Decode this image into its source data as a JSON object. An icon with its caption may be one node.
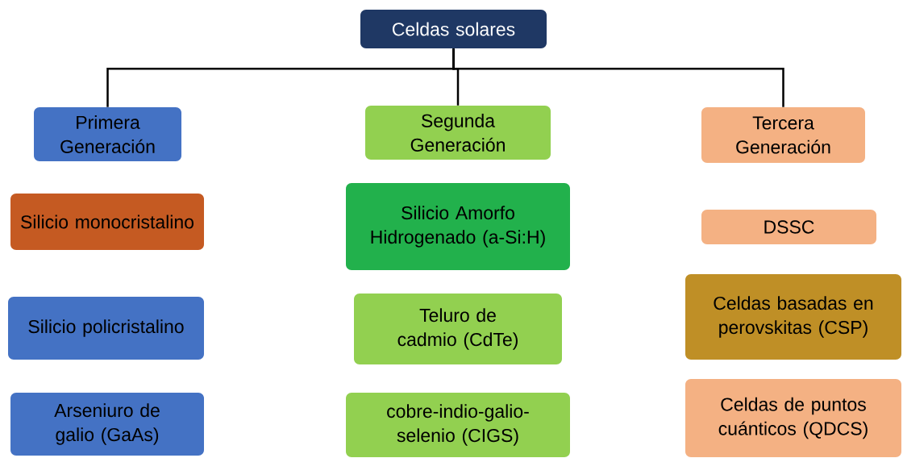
{
  "diagram": {
    "nodes": [
      {
        "text": [
          "Celdas solares"
        ]
      },
      {
        "text": [
          "Primera Generación"
        ]
      },
      {
        "text": [
          "Segunda Generación"
        ]
      },
      {
        "text": [
          "Tercera Generación"
        ]
      },
      {
        "text": [
          "Silicio monocristalino"
        ]
      },
      {
        "text": [
          "Silicio policristalino"
        ]
      },
      {
        "text": [
          "Arseniuro de galio (GaAs)"
        ]
      },
      {
        "text": [
          "Silicio Amorfo Hidrogenado (a-Si:H)"
        ]
      },
      {
        "text": [
          "Teluro de cadmio (CdTe)"
        ]
      },
      {
        "text": [
          "cobre-indio-galio-selenio (CIGS)"
        ]
      },
      {
        "text": [
          "DSSC"
        ]
      },
      {
        "text": [
          "Celdas basadas en perovskitas (CSP)"
        ]
      },
      {
        "text": [
          "Celdas de puntos cuánticos (QDCS)"
        ]
      }
    ],
    "edges": [
      {
        "from": 0,
        "to": 1,
        "arrow": "none"
      },
      {
        "from": 0,
        "to": 2,
        "arrow": "none"
      },
      {
        "from": 0,
        "to": 3,
        "arrow": "none"
      }
    ]
  }
}
